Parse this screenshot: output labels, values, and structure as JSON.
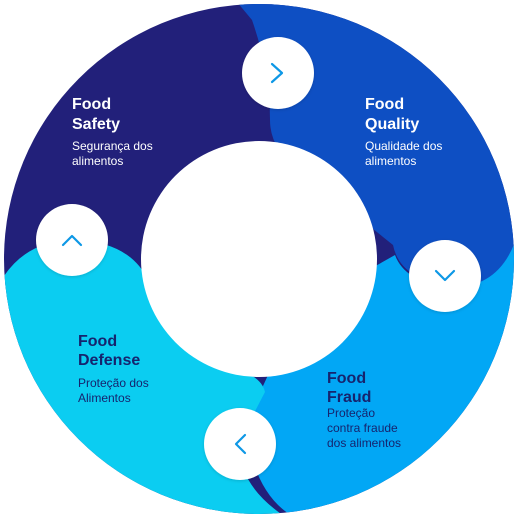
{
  "colors": {
    "safety": "#22207a",
    "quality": "#0e4fc3",
    "fraud": "#02a7f5",
    "defense": "#0bcdf1",
    "icon": "#1098e6",
    "text_light": "#ffffff",
    "text_dark": "#16246e",
    "center": "#ffffff"
  },
  "segments": {
    "safety": {
      "title_line1": "Food",
      "title_line2": "Safety",
      "subtitle_line1": "Segurança dos",
      "subtitle_line2": "alimentos"
    },
    "quality": {
      "title_line1": "Food",
      "title_line2": "Quality",
      "subtitle_line1": "Qualidade dos",
      "subtitle_line2": "alimentos"
    },
    "fraud": {
      "title_line1": "Food",
      "title_line2": "Fraud",
      "subtitle_line1": "Proteção",
      "subtitle_line2": "contra fraude",
      "subtitle_line3": "dos alimentos"
    },
    "defense": {
      "title_line1": "Food",
      "title_line2": "Defense",
      "subtitle_line1": "Proteção dos",
      "subtitle_line2": "Alimentos"
    }
  },
  "buttons": [
    {
      "name": "next-quality-button",
      "icon": "chevron-right-icon"
    },
    {
      "name": "next-fraud-button",
      "icon": "chevron-down-icon"
    },
    {
      "name": "next-defense-button",
      "icon": "chevron-left-icon"
    },
    {
      "name": "next-safety-button",
      "icon": "chevron-up-icon"
    }
  ]
}
